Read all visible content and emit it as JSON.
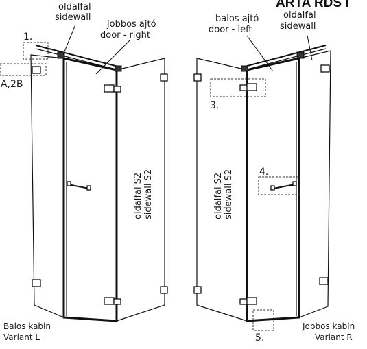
{
  "title_fragment": "ARTA RDS I",
  "left_variant": {
    "label_sidewall_hu": "oldalfal",
    "label_sidewall_en": "sidewall",
    "label_door_hu": "jobbos ajtó",
    "label_door_en": "door - right",
    "label_s2_hu": "oldalfal S2",
    "label_s2_en": "sidewall S2",
    "callout_1": "1.",
    "callout_a2b": "A,2B",
    "caption_hu": "Balos kabin",
    "caption_en": "Variant L"
  },
  "right_variant": {
    "label_door_hu": "balos ajtó",
    "label_door_en": "door - left",
    "label_sidewall_hu": "oldalfal",
    "label_sidewall_en": "sidewall",
    "label_s2_hu": "oldalfal S2",
    "label_s2_en": "sidewall S2",
    "callout_3": "3.",
    "callout_4": "4.",
    "callout_5": "5.",
    "caption_hu": "Jobbos kabin",
    "caption_en": "Variant R"
  }
}
